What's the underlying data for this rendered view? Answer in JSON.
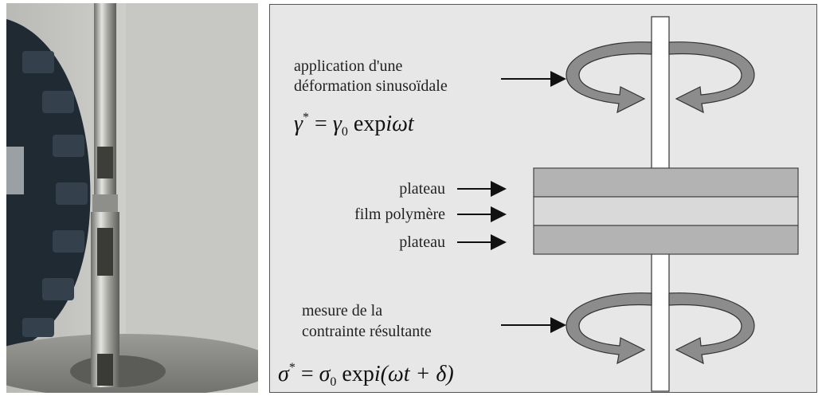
{
  "labels": {
    "application_line1": "application d'une",
    "application_line2": "déformation sinusoïdale",
    "plateau_top": "plateau",
    "film": "film polymère",
    "plateau_bottom": "plateau",
    "mesure_line1": "mesure de la",
    "mesure_line2": "contrainte résultante"
  },
  "formulas": {
    "strain": {
      "lhs": "γ",
      "lhs_sup": "*",
      "eq": " = ",
      "amp": "γ",
      "amp_sub": "0",
      "fn": " exp",
      "arg": "iωt"
    },
    "stress": {
      "lhs": "σ",
      "lhs_sup": "*",
      "eq": " = ",
      "amp": "σ",
      "amp_sub": "0",
      "fn": " exp",
      "arg": "i(ωt + δ)"
    }
  },
  "colors": {
    "diagram_bg": "#e7e7e7",
    "plateau": "#b3b3b3",
    "film": "#d8d8d8",
    "arrow_fill": "#8c8c8c",
    "shaft": "#ffffff"
  }
}
